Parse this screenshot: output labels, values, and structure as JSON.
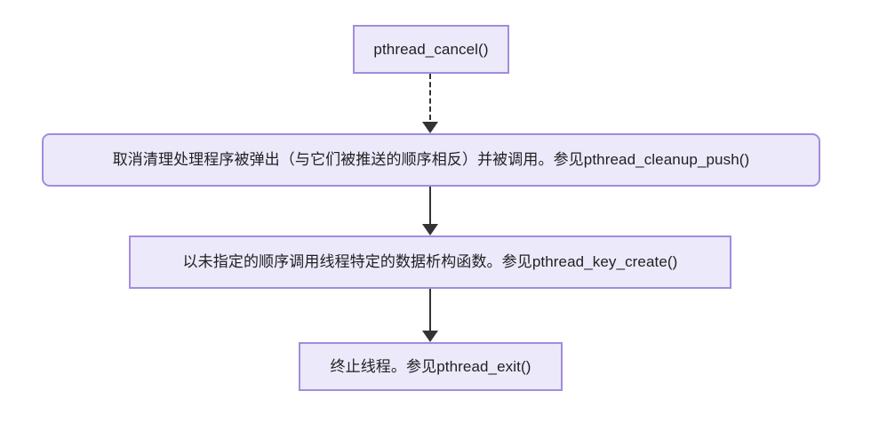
{
  "diagram": {
    "type": "flowchart",
    "direction": "top-to-bottom",
    "background_color": "#ffffff",
    "node_fill_color": "#ECE9FB",
    "node_border_color": "#A28CDC",
    "node_text_color": "#1f2020",
    "edge_color": "#333333",
    "nodes": [
      {
        "id": "cancel",
        "label": "pthread_cancel()",
        "shape": "rectangle",
        "corners": "sharp"
      },
      {
        "id": "cleanup_pop",
        "label": "取消清理处理程序被弹出（与它们被推送的顺序相反）并被调用。参见pthread_cleanup_push()",
        "shape": "rectangle",
        "corners": "rounded"
      },
      {
        "id": "key_destruct",
        "label": "以未指定的顺序调用线程特定的数据析构函数。参见pthread_key_create()",
        "shape": "rectangle",
        "corners": "sharp"
      },
      {
        "id": "thread_exit",
        "label": "终止线程。参见pthread_exit()",
        "shape": "rectangle",
        "corners": "sharp"
      }
    ],
    "edges": [
      {
        "id": "e1",
        "from": "cancel",
        "to": "cleanup_pop",
        "style": "dotted",
        "arrow": "filled-triangle",
        "label": ""
      },
      {
        "id": "e2",
        "from": "cleanup_pop",
        "to": "key_destruct",
        "style": "solid",
        "arrow": "filled-triangle",
        "label": ""
      },
      {
        "id": "e3",
        "from": "key_destruct",
        "to": "thread_exit",
        "style": "solid",
        "arrow": "filled-triangle",
        "label": ""
      }
    ]
  }
}
